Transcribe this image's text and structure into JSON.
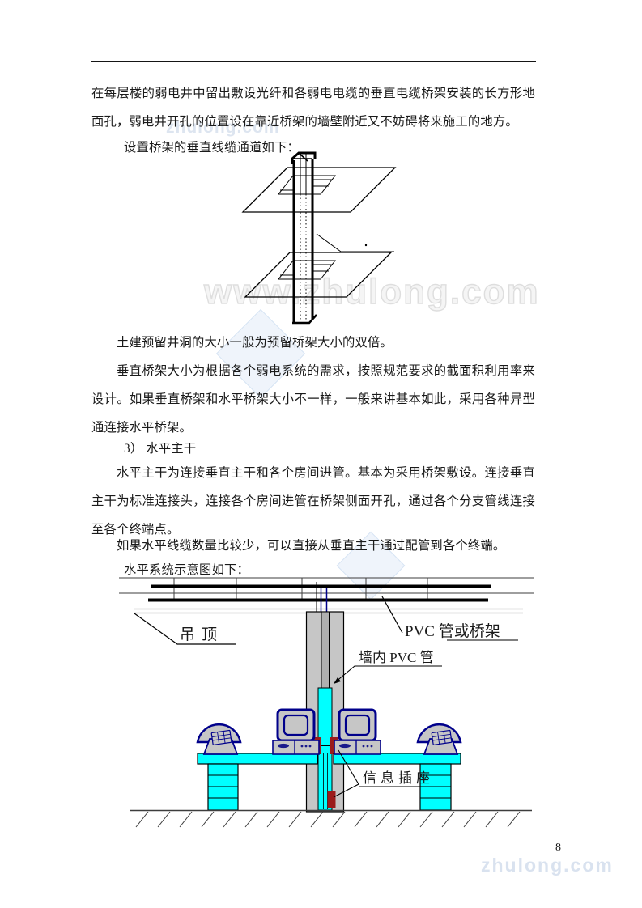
{
  "body": {
    "p1": "在每层楼的弱电井中留出敷设光纤和各弱电电缆的垂直电缆桥架安装的长方形地面孔，弱电井开孔的位置设在靠近桥架的墙壁附近又不妨碍将来施工的地方。",
    "p2": "设置桥架的垂直线缆通道如下：",
    "p3": "土建预留井洞的大小一般为预留桥架大小的双倍。",
    "p4": "垂直桥架大小为根据各个弱电系统的需求，按照规范要求的截面积利用率来设计。如果垂直桥架和水平桥架大小不一样，一般来讲基本如此，采用各种异型通连接水平桥架。",
    "h3": "3） 水平主干",
    "p5": "水平主干为连接垂直主干和各个房间进管。基本为采用桥架敷设。连接垂直主干为标准连接头，连接各个房间进管在桥架侧面开孔，通过各个分支管线连接至各个终端点。",
    "p6": "如果水平线缆数量比较少，可以直接从垂直主干通过配管到各个终端。",
    "p7": "水平系统示意图如下："
  },
  "figure2": {
    "labels": {
      "ceiling": "吊顶",
      "pvc_or_tray": "PVC 管或桥架",
      "wall_pvc": "墙内 PVC 管",
      "info_socket": "信息插座"
    }
  },
  "watermarks": {
    "top": "zhulong.com",
    "middle": "www.zhulong.com",
    "bottom": "zhulong.com"
  },
  "page_number": "8",
  "colors": {
    "desk_cyan": "#00FFFF",
    "device_navy": "#00008B",
    "wall_gray": "#C6C6C6",
    "socket_red": "#9B1C1C",
    "watermark_blue": "#DBE3EF",
    "line_black": "#000000"
  }
}
